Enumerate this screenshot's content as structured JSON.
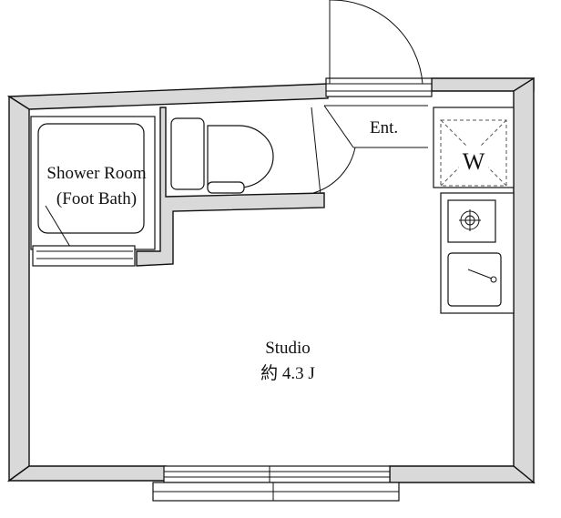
{
  "rooms": {
    "entrance_label": "Ent.",
    "washer_label": "W",
    "shower_label_line1": "Shower Room",
    "shower_label_line2": "(Foot Bath)",
    "studio_label": "Studio",
    "studio_area": "約 4.3 J"
  },
  "colors": {
    "wall_fill": "#d9d9d9",
    "line": "#111111",
    "background": "#ffffff"
  },
  "icons": {
    "washer": "washer-space-icon",
    "stove": "stove-burner-icon",
    "sink": "kitchen-sink-icon",
    "toilet": "toilet-icon",
    "bathtub": "shower-tray-icon"
  }
}
